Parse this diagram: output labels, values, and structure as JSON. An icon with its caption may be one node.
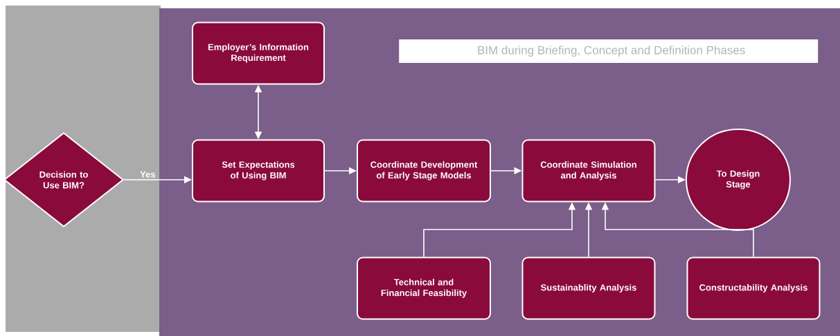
{
  "diagram": {
    "title": "BIM during Briefing, Concept and Definition Phases",
    "nodes": [
      {
        "text": [
          "Decision to Use BIM?"
        ]
      },
      {
        "text": [
          "Employer’s Information Requirement"
        ]
      },
      {
        "text": [
          "Set Expectations of Using BIM"
        ]
      },
      {
        "text": [
          "Coordinate Development of Early Stage Models"
        ]
      },
      {
        "text": [
          "Coordinate Simulation and Analysis"
        ]
      },
      {
        "text": [
          "To Design Stage"
        ]
      },
      {
        "text": [
          "Technical and Financial Feasibility"
        ]
      },
      {
        "text": [
          "Sustainablity Analysis"
        ]
      },
      {
        "text": [
          "Constructability Analysis"
        ]
      }
    ],
    "edges": [
      {
        "from": 0,
        "to": 2,
        "arrow": "to",
        "label": "Yes"
      },
      {
        "from": 1,
        "to": 2,
        "arrow": "both"
      },
      {
        "from": 2,
        "to": 3,
        "arrow": "to"
      },
      {
        "from": 3,
        "to": 4,
        "arrow": "to"
      },
      {
        "from": 4,
        "to": 5,
        "arrow": "to"
      },
      {
        "from": 6,
        "to": 4,
        "arrow": "to"
      },
      {
        "from": 7,
        "to": 4,
        "arrow": "to"
      },
      {
        "from": 8,
        "to": 4,
        "arrow": "to"
      }
    ]
  }
}
